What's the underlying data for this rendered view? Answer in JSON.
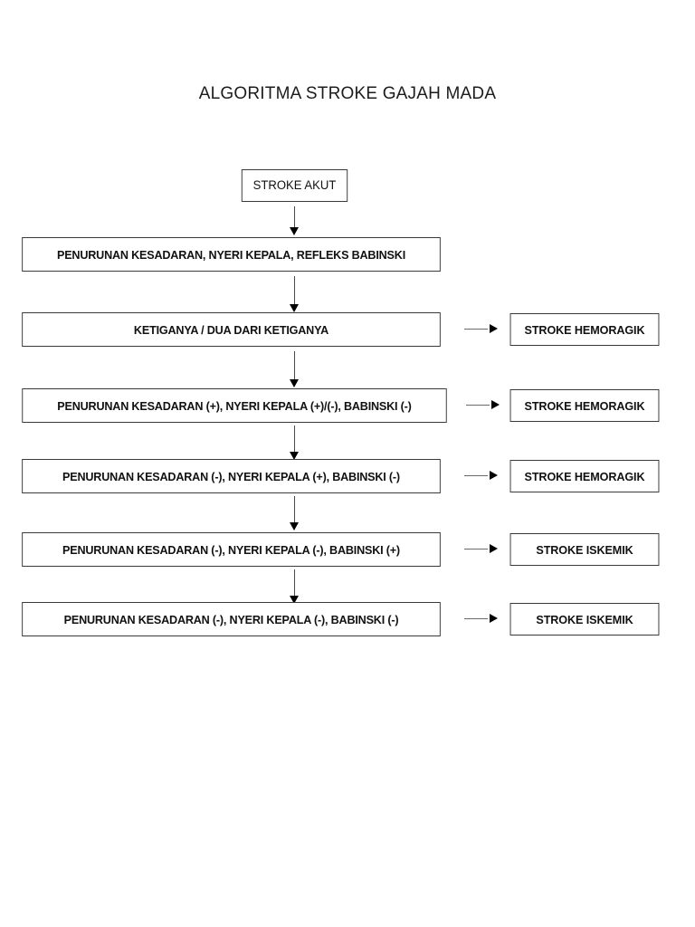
{
  "document": {
    "title": "ALGORITMA STROKE GAJAH MADA",
    "background_color": "#ffffff",
    "text_color": "#111111",
    "border_color": "#3a3a3a"
  },
  "flowchart": {
    "start_node": {
      "label": "STROKE AKUT"
    },
    "criteria_nodes": [
      {
        "label": "PENURUNAN KESADARAN, NYERI KEPALA, REFLEKS BABINSKI"
      },
      {
        "label": "KETIGANYA / DUA DARI KETIGANYA"
      },
      {
        "label": "PENURUNAN KESADARAN (+), NYERI KEPALA (+)/(-), BABINSKI (-)"
      },
      {
        "label": "PENURUNAN KESADARAN (-), NYERI KEPALA (+), BABINSKI (-)"
      },
      {
        "label": "PENURUNAN KESADARAN (-), NYERI KEPALA (-), BABINSKI (+)"
      },
      {
        "label": "PENURUNAN KESADARAN (-), NYERI KEPALA (-), BABINSKI (-)"
      }
    ],
    "outcome_nodes": [
      {
        "label": "STROKE HEMORAGIK"
      },
      {
        "label": "STROKE HEMORAGIK"
      },
      {
        "label": "STROKE HEMORAGIK"
      },
      {
        "label": "STROKE ISKEMIK"
      },
      {
        "label": "STROKE ISKEMIK"
      }
    ],
    "connectors": {
      "vertical_count": 6,
      "horizontal_count": 5,
      "arrowhead": "solid-triangle",
      "line_color": "#4a4a4a"
    }
  }
}
